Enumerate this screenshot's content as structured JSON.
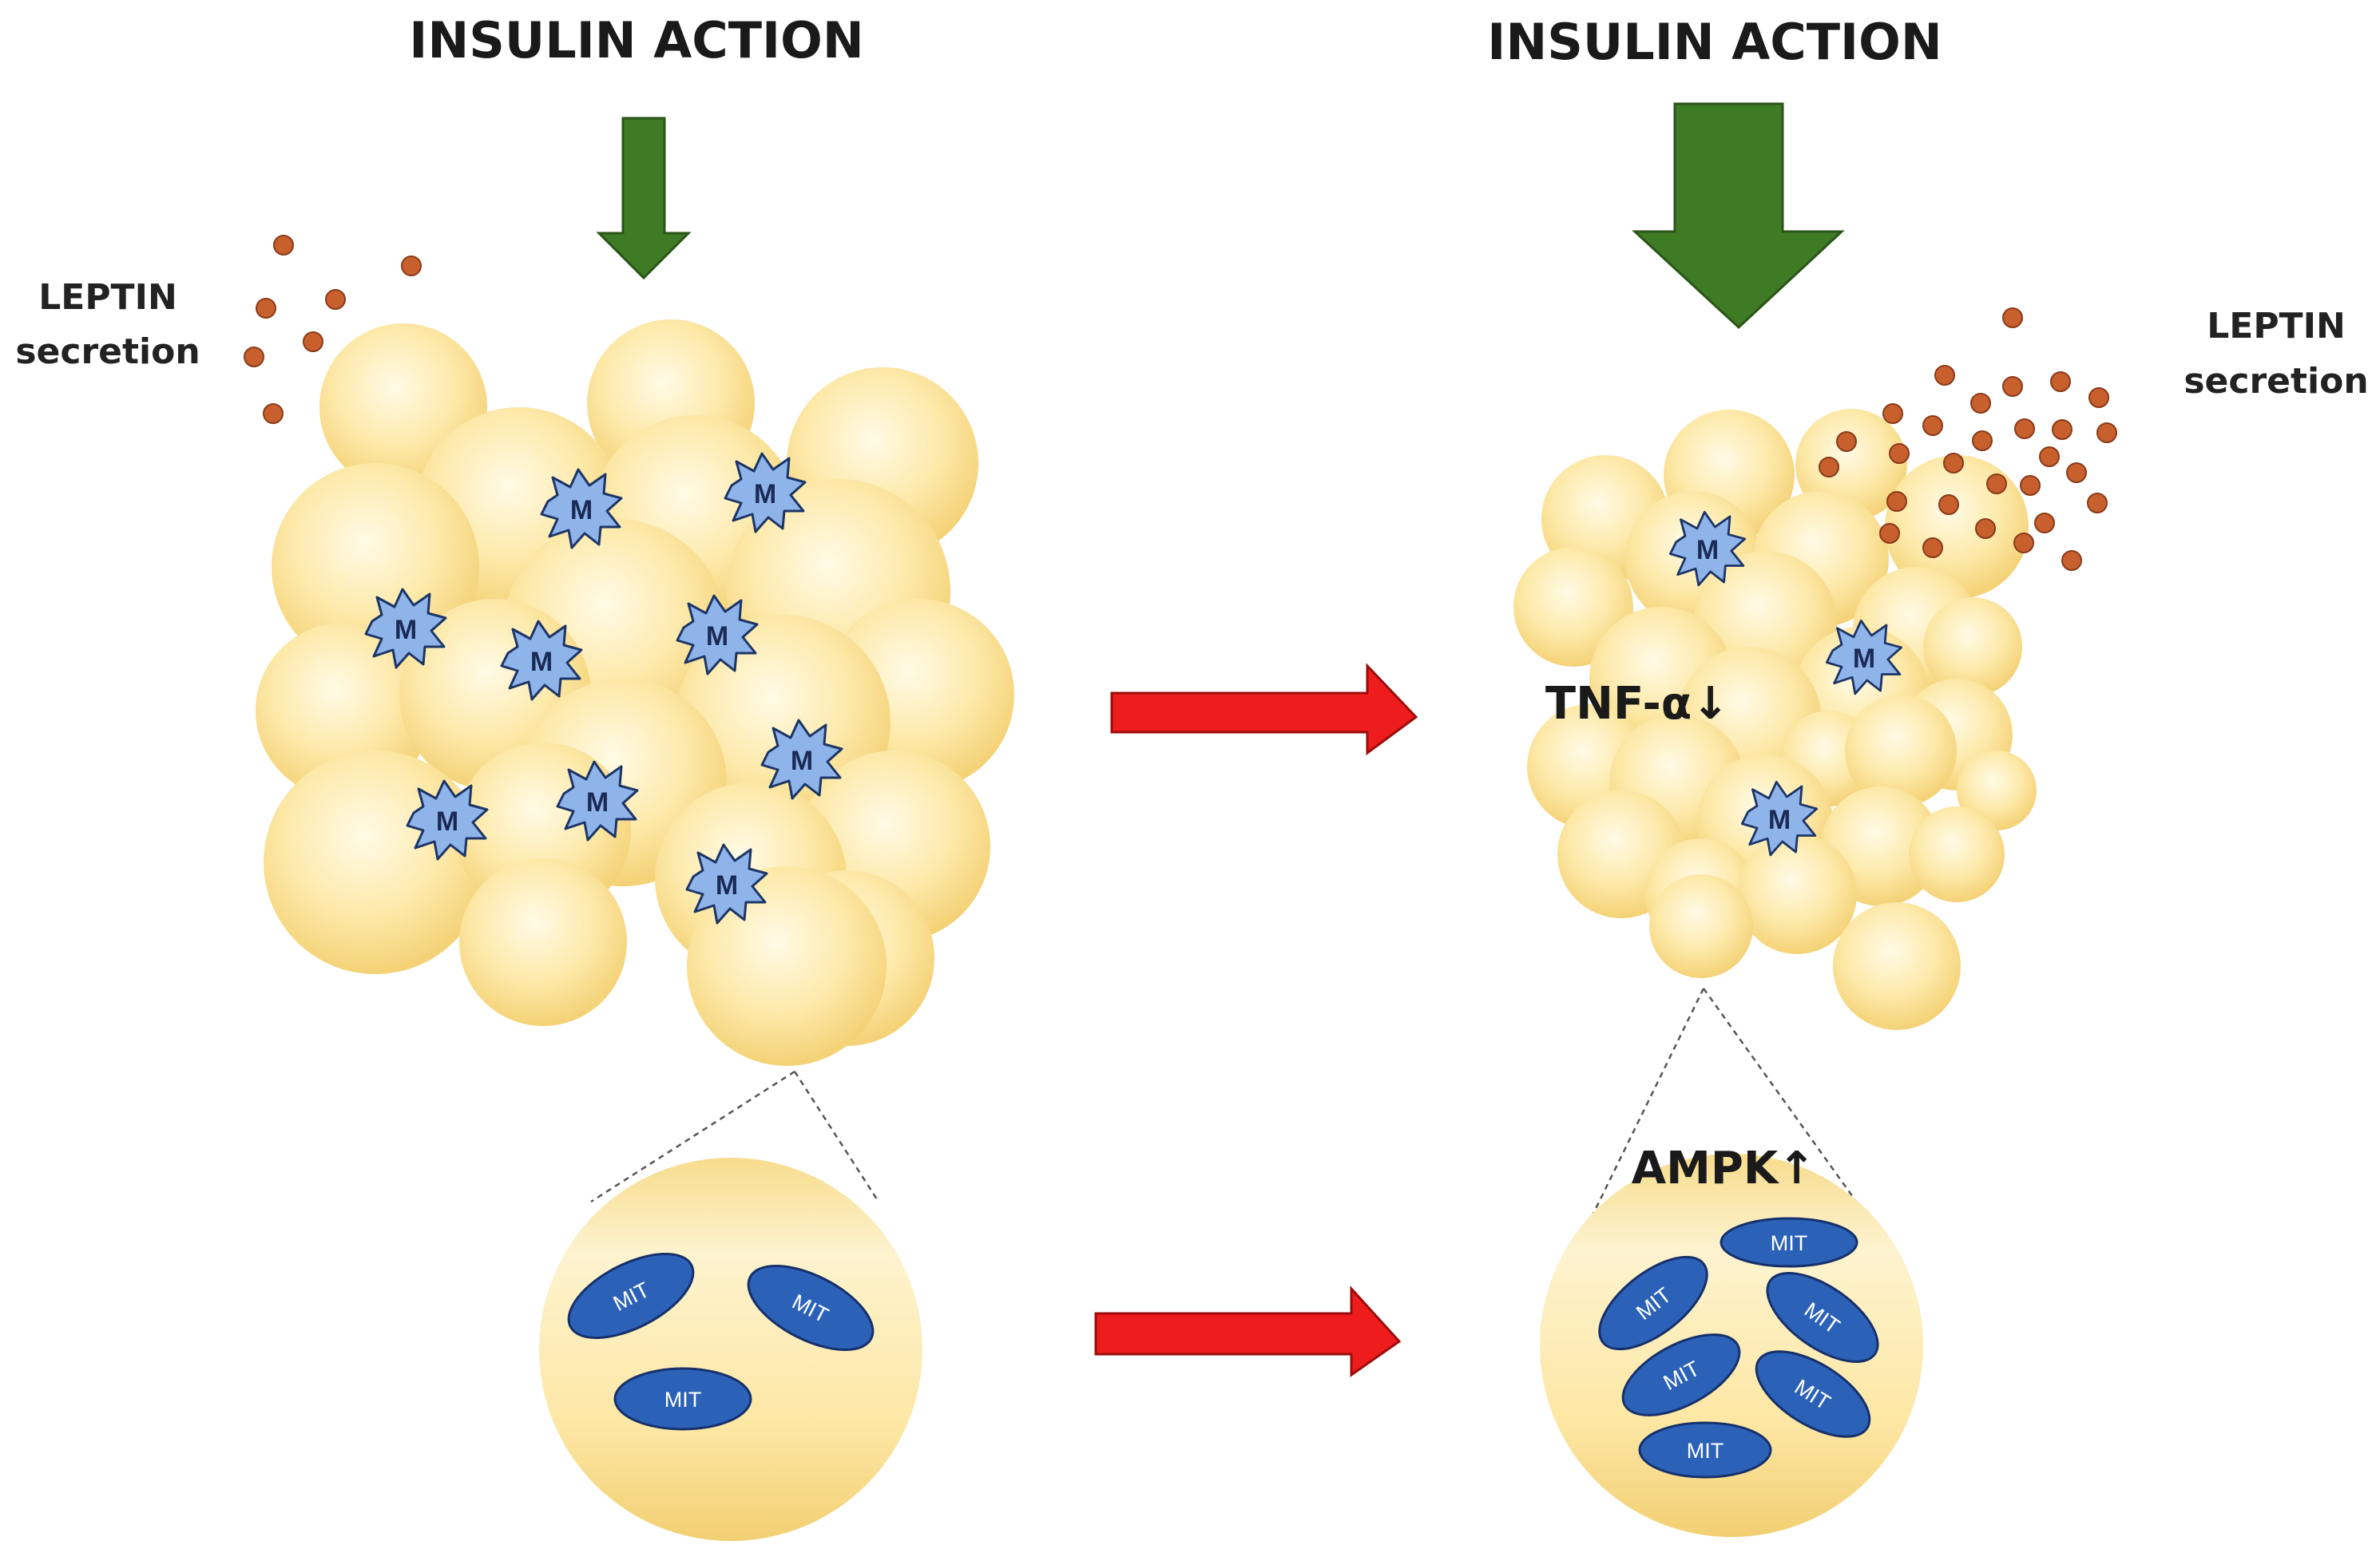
{
  "left_panel": {
    "title": "INSULIN ACTION",
    "leptin_line1": "LEPTIN",
    "leptin_line2": "secretion",
    "macrophage_label": "M",
    "mitochondrion_label": "MIT"
  },
  "right_panel": {
    "title": "INSULIN ACTION",
    "leptin_line1": "LEPTIN",
    "leptin_line2": "secretion",
    "tnf_label": "TNF-α↓",
    "ampk_label": "AMPK↑",
    "macrophage_label": "M",
    "mitochondrion_label": "MIT"
  },
  "colors": {
    "adipocyte_center": "#fffae0",
    "adipocyte_edge": "#f2cd6c",
    "arrow_green": "#3f7a25",
    "arrow_red": "#ee1c1c",
    "leptin_dot": "#c8602e",
    "macrophage": "#8fb4ea",
    "mitochondrion": "#2b62b8"
  }
}
